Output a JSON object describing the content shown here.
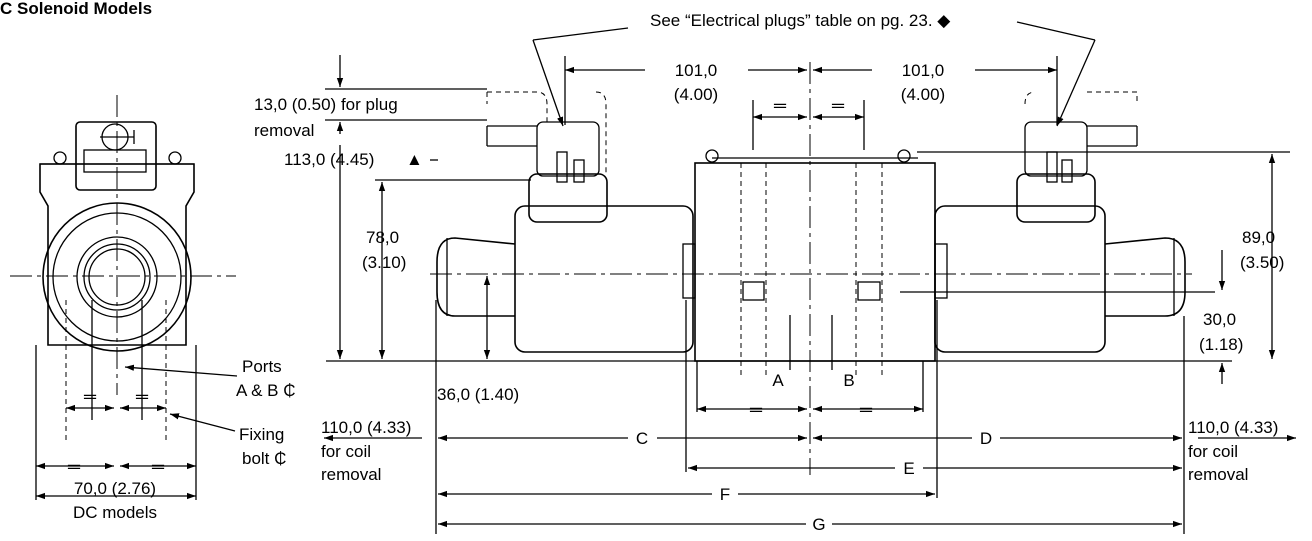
{
  "title": "C Solenoid Models",
  "note_plugs": "See “Electrical plugs” table on pg. 23. ◆",
  "dims": {
    "d101_left": "101,0",
    "d101_left_in": "(4.00)",
    "d101_right": "101,0",
    "d101_right_in": "(4.00)",
    "plug_removal_1": "13,0 (0.50) for plug",
    "plug_removal_2": "removal",
    "d113": "113,0 (4.45)",
    "triangle": "▲",
    "d78": "78,0",
    "d78_in": "(3.10)",
    "d89": "89,0",
    "d89_in": "(3.50)",
    "d30": "30,0",
    "d30_in": "(1.18)",
    "d36": "36,0 (1.40)",
    "eq_mark": "═",
    "coil_left_1": "110,0 (4.33)",
    "coil_left_2": "for coil",
    "coil_left_3": "removal",
    "coil_right_1": "110,0 (4.33)",
    "coil_right_2": "for coil",
    "coil_right_3": "removal",
    "dc_dim": "70,0 (2.76)",
    "dc_models": "DC models"
  },
  "letters": {
    "A": "A",
    "B": "B",
    "C": "C",
    "D": "D",
    "E": "E",
    "F": "F",
    "G": "G"
  },
  "side_labels": {
    "ports_1": "Ports",
    "ports_2": "A & B ₵",
    "fixing_1": "Fixing",
    "fixing_2": "bolt ₵"
  }
}
